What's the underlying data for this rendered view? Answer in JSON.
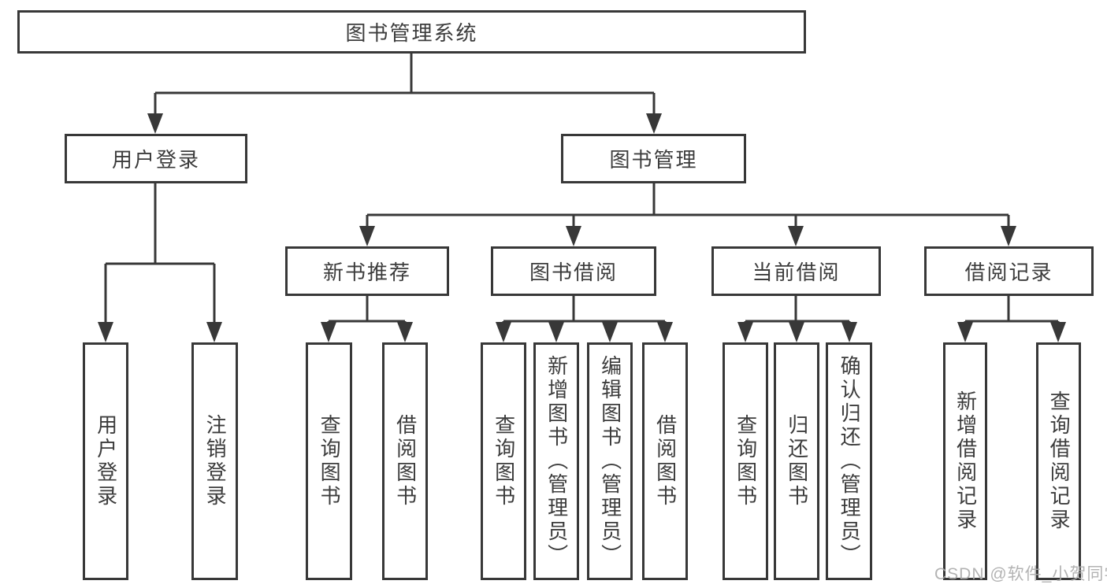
{
  "tree": {
    "label": "图书管理系统",
    "children": [
      {
        "label": "用户登录",
        "children": [
          {
            "label": "用户登录"
          },
          {
            "label": "注销登录"
          }
        ]
      },
      {
        "label": "图书管理",
        "children": [
          {
            "label": "新书推荐",
            "children": [
              {
                "label": "查询图书"
              },
              {
                "label": "借阅图书"
              }
            ]
          },
          {
            "label": "图书借阅",
            "children": [
              {
                "label": "查询图书"
              },
              {
                "label": "新增图书（管理员）"
              },
              {
                "label": "编辑图书（管理员）"
              },
              {
                "label": "借阅图书"
              }
            ]
          },
          {
            "label": "当前借阅",
            "children": [
              {
                "label": "查询图书"
              },
              {
                "label": "归还图书"
              },
              {
                "label": "确认归还（管理员）"
              }
            ]
          },
          {
            "label": "借阅记录",
            "children": [
              {
                "label": "新增借阅记录"
              },
              {
                "label": "查询借阅记录"
              }
            ]
          }
        ]
      }
    ]
  },
  "watermark": {
    "text": "CSDN @软件_小贺同学"
  },
  "colors": {
    "line": "#383838",
    "border": "#383838",
    "text": "#3c3c3c",
    "watermark": "#ababab",
    "background": "#ffffff"
  }
}
